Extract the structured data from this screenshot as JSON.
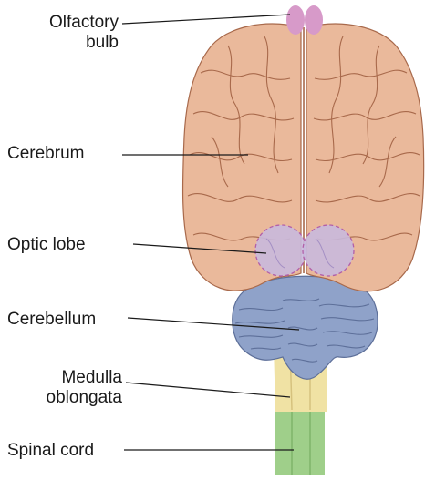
{
  "labels": {
    "olfactory_line1": "Olfactory",
    "olfactory_line2": "bulb",
    "cerebrum": "Cerebrum",
    "optic_lobe": "Optic lobe",
    "cerebellum": "Cerebellum",
    "medulla_line1": "Medulla",
    "medulla_line2": "oblongata",
    "spinal_cord": "Spinal cord"
  },
  "colors": {
    "cerebrum": "#eab99b",
    "cerebrum_shadow": "#c98c6c",
    "gyri_line": "#a8694b",
    "olfactory_bulb": "#d79ac9",
    "optic_lobe": "#c9b9dd",
    "optic_lobe_outline": "#b25fa8",
    "cerebellum": "#8fa2c9",
    "cerebellum_line": "#5d6f99",
    "medulla": "#f0e2a4",
    "spinal_cord": "#9fcf8a",
    "leader_line": "#1a1a1a"
  }
}
